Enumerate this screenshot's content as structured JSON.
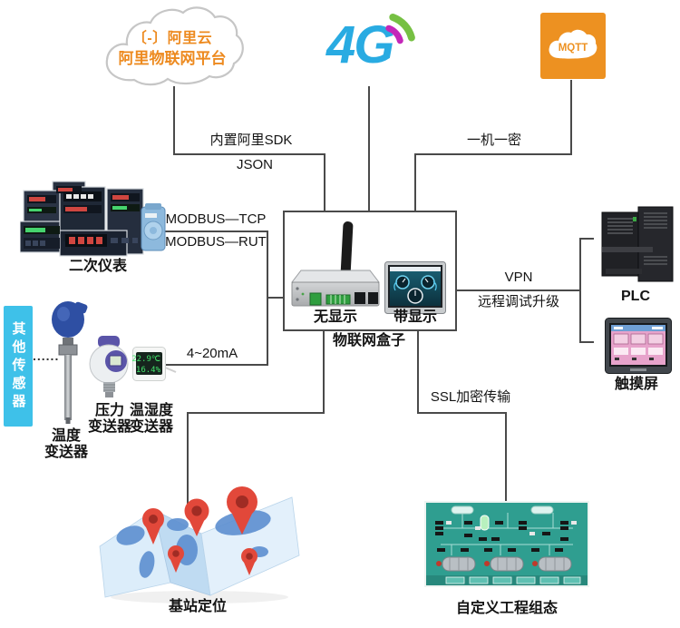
{
  "colors": {
    "accent_orange": "#ED8A1F",
    "mqtt_orange": "#ED9121",
    "fourg_blue": "#29ABE2",
    "wave_magenta": "#C427B9",
    "wave_green": "#76C043",
    "sensor_box_cyan": "#3EC1E9",
    "pin_red": "#E2483A",
    "scada_teal": "#2F9E90",
    "line_gray": "#4A4A4A"
  },
  "nodes": {
    "ali_cloud": {
      "logo_line": "〔-〕阿里云",
      "platform_line": "阿里物联网平台"
    },
    "four_g": {
      "label": "4G"
    },
    "mqtt": {
      "label": "MQTT"
    },
    "secondary_instruments": {
      "label": "二次仪表"
    },
    "other_sensors": {
      "label": "其他传感器",
      "dots": "......"
    },
    "temperature_transmitter": {
      "label_line1": "温度",
      "label_line2": "变送器"
    },
    "pressure_transmitter": {
      "label_line1": "压力",
      "label_line2": "变送器"
    },
    "humidity_transmitter": {
      "label_line1": "温湿度",
      "label_line2": "变送器",
      "lcd_top": "22.9℃",
      "lcd_bottom": "16.4%"
    },
    "iot_box": {
      "label": "物联网盒子",
      "gateway_label": "无显示",
      "hmi_label": "带显示"
    },
    "plc": {
      "label": "PLC"
    },
    "touch_screen": {
      "label": "触摸屏"
    },
    "base_station_map": {
      "label": "基站定位"
    },
    "custom_scada": {
      "label": "自定义工程组态"
    }
  },
  "edges": {
    "ali_sdk": {
      "label_top": "内置阿里SDK",
      "label_bottom": "JSON"
    },
    "one_machine_one_secret": {
      "label": "一机一密"
    },
    "modbus": {
      "label_top": "MODBUS—TCP",
      "label_bottom": "MODBUS—RUT"
    },
    "current_loop": {
      "label": "4~20mA"
    },
    "vpn": {
      "label_top": "VPN",
      "label_bottom": "远程调试升级"
    },
    "ssl": {
      "label": "SSL加密传输"
    }
  }
}
